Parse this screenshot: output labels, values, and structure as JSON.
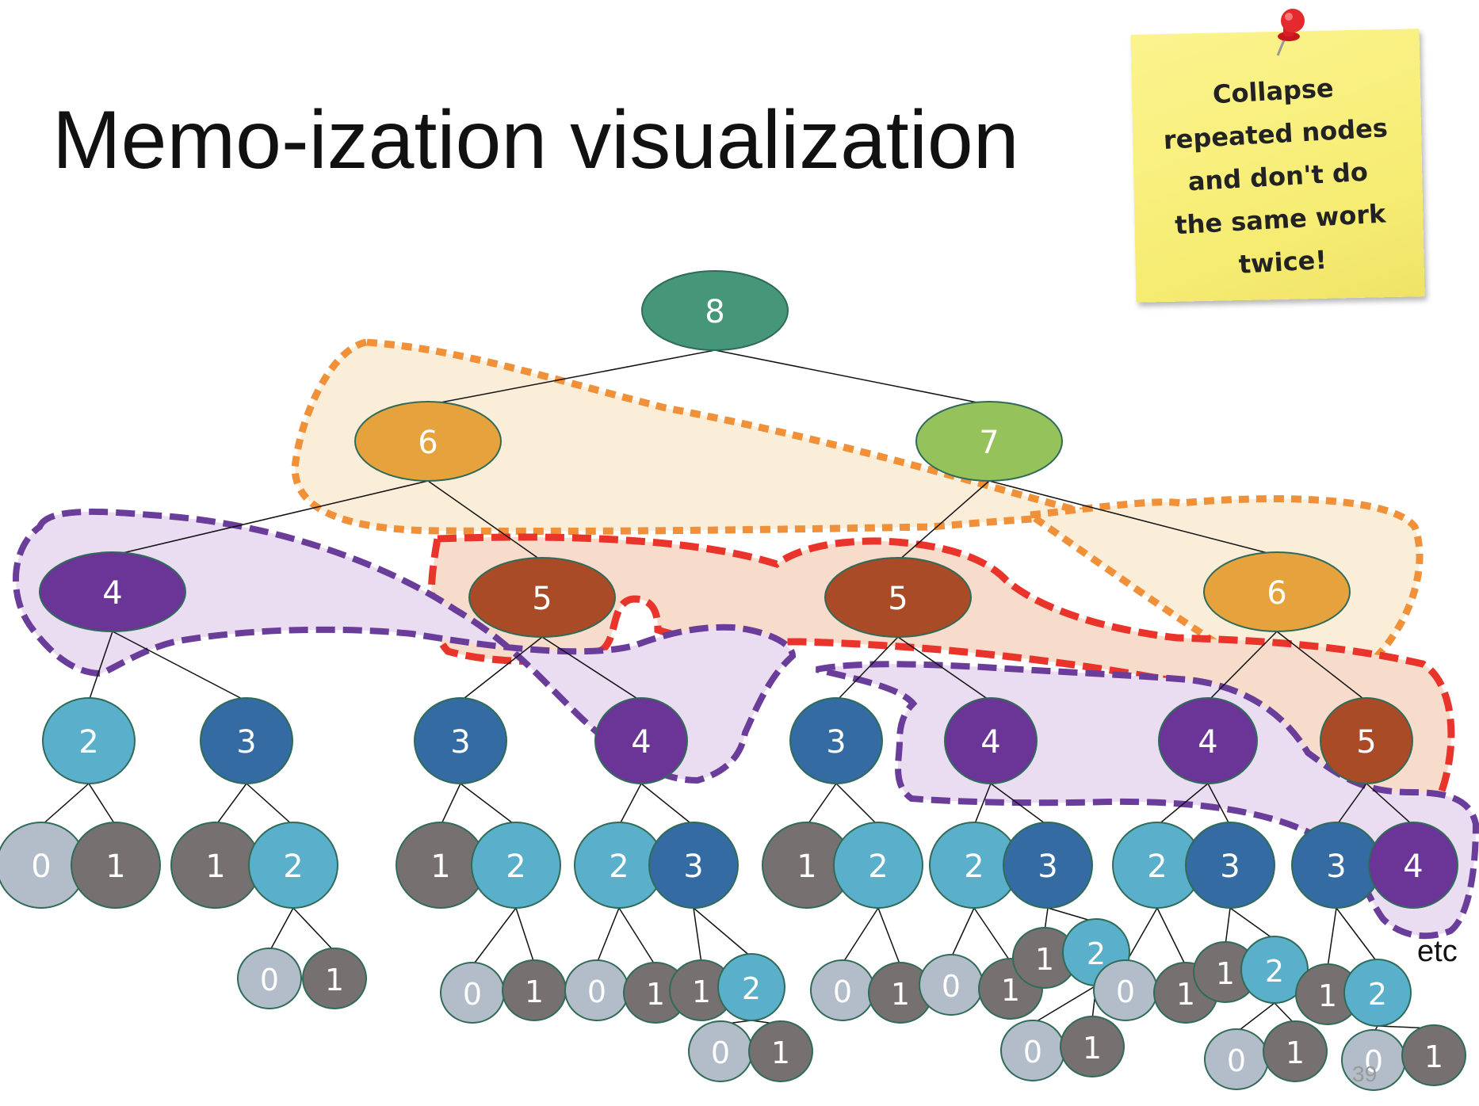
{
  "slide": {
    "title": "Memo-ization visualization",
    "note": "Collapse\nrepeated nodes\nand don't do\nthe same work\ntwice!",
    "etc_label": "etc",
    "page_number": "39"
  },
  "colors": {
    "n0": "#b3bcc9",
    "n1": "#767070",
    "n2": "#5aafcb",
    "n3": "#336ba2",
    "n4": "#6b3597",
    "n5": "#a94b27",
    "n6": "#e6a23c",
    "n7": "#95c25a",
    "n8": "#46977a",
    "node_stroke": "#2f6b58",
    "orange_outline": "#f0913a",
    "orange_fill": "#fbeed8",
    "red_outline": "#e8342b",
    "red_fill": "#f8dccb",
    "purple_outline": "#6a3d9a",
    "purple_fill": "#eadcf1"
  },
  "tree": {
    "nodes": [
      {
        "id": "a",
        "label": "8"
      },
      {
        "id": "b",
        "label": "6"
      },
      {
        "id": "c",
        "label": "7"
      },
      {
        "id": "d",
        "label": "4"
      },
      {
        "id": "e",
        "label": "5"
      },
      {
        "id": "f",
        "label": "5"
      },
      {
        "id": "g",
        "label": "6"
      },
      {
        "id": "h",
        "label": "2"
      },
      {
        "id": "i",
        "label": "3"
      },
      {
        "id": "j",
        "label": "3"
      },
      {
        "id": "k",
        "label": "4"
      },
      {
        "id": "l",
        "label": "3"
      },
      {
        "id": "m",
        "label": "4"
      },
      {
        "id": "n",
        "label": "4"
      },
      {
        "id": "o",
        "label": "5"
      },
      {
        "id": "p1",
        "label": "0"
      },
      {
        "id": "p2",
        "label": "1"
      },
      {
        "id": "p3",
        "label": "1"
      },
      {
        "id": "p4",
        "label": "2"
      },
      {
        "id": "p5",
        "label": "1"
      },
      {
        "id": "p6",
        "label": "2"
      },
      {
        "id": "p7",
        "label": "2"
      },
      {
        "id": "p8",
        "label": "3"
      },
      {
        "id": "p9",
        "label": "1"
      },
      {
        "id": "p10",
        "label": "2"
      },
      {
        "id": "p11",
        "label": "2"
      },
      {
        "id": "p12",
        "label": "3"
      },
      {
        "id": "p13",
        "label": "2"
      },
      {
        "id": "p14",
        "label": "3"
      },
      {
        "id": "p15",
        "label": "3"
      },
      {
        "id": "p16",
        "label": "4"
      },
      {
        "id": "q1",
        "label": "0"
      },
      {
        "id": "q2",
        "label": "1"
      },
      {
        "id": "q3",
        "label": "0"
      },
      {
        "id": "q4",
        "label": "1"
      },
      {
        "id": "q5",
        "label": "0"
      },
      {
        "id": "q6",
        "label": "1"
      },
      {
        "id": "q7",
        "label": "1"
      },
      {
        "id": "q8",
        "label": "2"
      },
      {
        "id": "q9",
        "label": "0"
      },
      {
        "id": "q10",
        "label": "1"
      },
      {
        "id": "q11",
        "label": "0"
      },
      {
        "id": "q12",
        "label": "1"
      },
      {
        "id": "q13",
        "label": "1"
      },
      {
        "id": "q14",
        "label": "2"
      },
      {
        "id": "q15",
        "label": "0"
      },
      {
        "id": "q16",
        "label": "1"
      },
      {
        "id": "q17",
        "label": "1"
      },
      {
        "id": "q18",
        "label": "2"
      },
      {
        "id": "q19",
        "label": "1"
      },
      {
        "id": "q20",
        "label": "2"
      },
      {
        "id": "r1",
        "label": "0"
      },
      {
        "id": "r2",
        "label": "1"
      },
      {
        "id": "r3",
        "label": "0"
      },
      {
        "id": "r4",
        "label": "1"
      },
      {
        "id": "r5",
        "label": "0"
      },
      {
        "id": "r6",
        "label": "1"
      },
      {
        "id": "r7",
        "label": "0"
      },
      {
        "id": "r8",
        "label": "1"
      }
    ],
    "edges": [
      [
        "a",
        "b"
      ],
      [
        "a",
        "c"
      ],
      [
        "b",
        "d"
      ],
      [
        "b",
        "e"
      ],
      [
        "c",
        "f"
      ],
      [
        "c",
        "g"
      ],
      [
        "d",
        "h"
      ],
      [
        "d",
        "i"
      ],
      [
        "e",
        "j"
      ],
      [
        "e",
        "k"
      ],
      [
        "f",
        "l"
      ],
      [
        "f",
        "m"
      ],
      [
        "g",
        "n"
      ],
      [
        "g",
        "o"
      ],
      [
        "h",
        "p1"
      ],
      [
        "h",
        "p2"
      ],
      [
        "i",
        "p3"
      ],
      [
        "i",
        "p4"
      ],
      [
        "j",
        "p5"
      ],
      [
        "j",
        "p6"
      ],
      [
        "k",
        "p7"
      ],
      [
        "k",
        "p8"
      ],
      [
        "l",
        "p9"
      ],
      [
        "l",
        "p10"
      ],
      [
        "m",
        "p11"
      ],
      [
        "m",
        "p12"
      ],
      [
        "n",
        "p13"
      ],
      [
        "n",
        "p14"
      ],
      [
        "o",
        "p15"
      ],
      [
        "o",
        "p16"
      ],
      [
        "p4",
        "q1"
      ],
      [
        "p4",
        "q2"
      ],
      [
        "p6",
        "q3"
      ],
      [
        "p6",
        "q4"
      ],
      [
        "p7",
        "q5"
      ],
      [
        "p7",
        "q6"
      ],
      [
        "p8",
        "q7"
      ],
      [
        "p8",
        "q8"
      ],
      [
        "p10",
        "q9"
      ],
      [
        "p10",
        "q10"
      ],
      [
        "p11",
        "q11"
      ],
      [
        "p11",
        "q12"
      ],
      [
        "p12",
        "q13"
      ],
      [
        "p12",
        "q14"
      ],
      [
        "p13",
        "q15"
      ],
      [
        "p13",
        "q16"
      ],
      [
        "p14",
        "q17"
      ],
      [
        "p14",
        "q18"
      ],
      [
        "p15",
        "q19"
      ],
      [
        "p15",
        "q20"
      ],
      [
        "q8",
        "r1"
      ],
      [
        "q8",
        "r2"
      ],
      [
        "q14",
        "r3"
      ],
      [
        "q14",
        "r4"
      ],
      [
        "q18",
        "r5"
      ],
      [
        "q18",
        "r6"
      ],
      [
        "q20",
        "r7"
      ],
      [
        "q20",
        "r8"
      ]
    ]
  }
}
